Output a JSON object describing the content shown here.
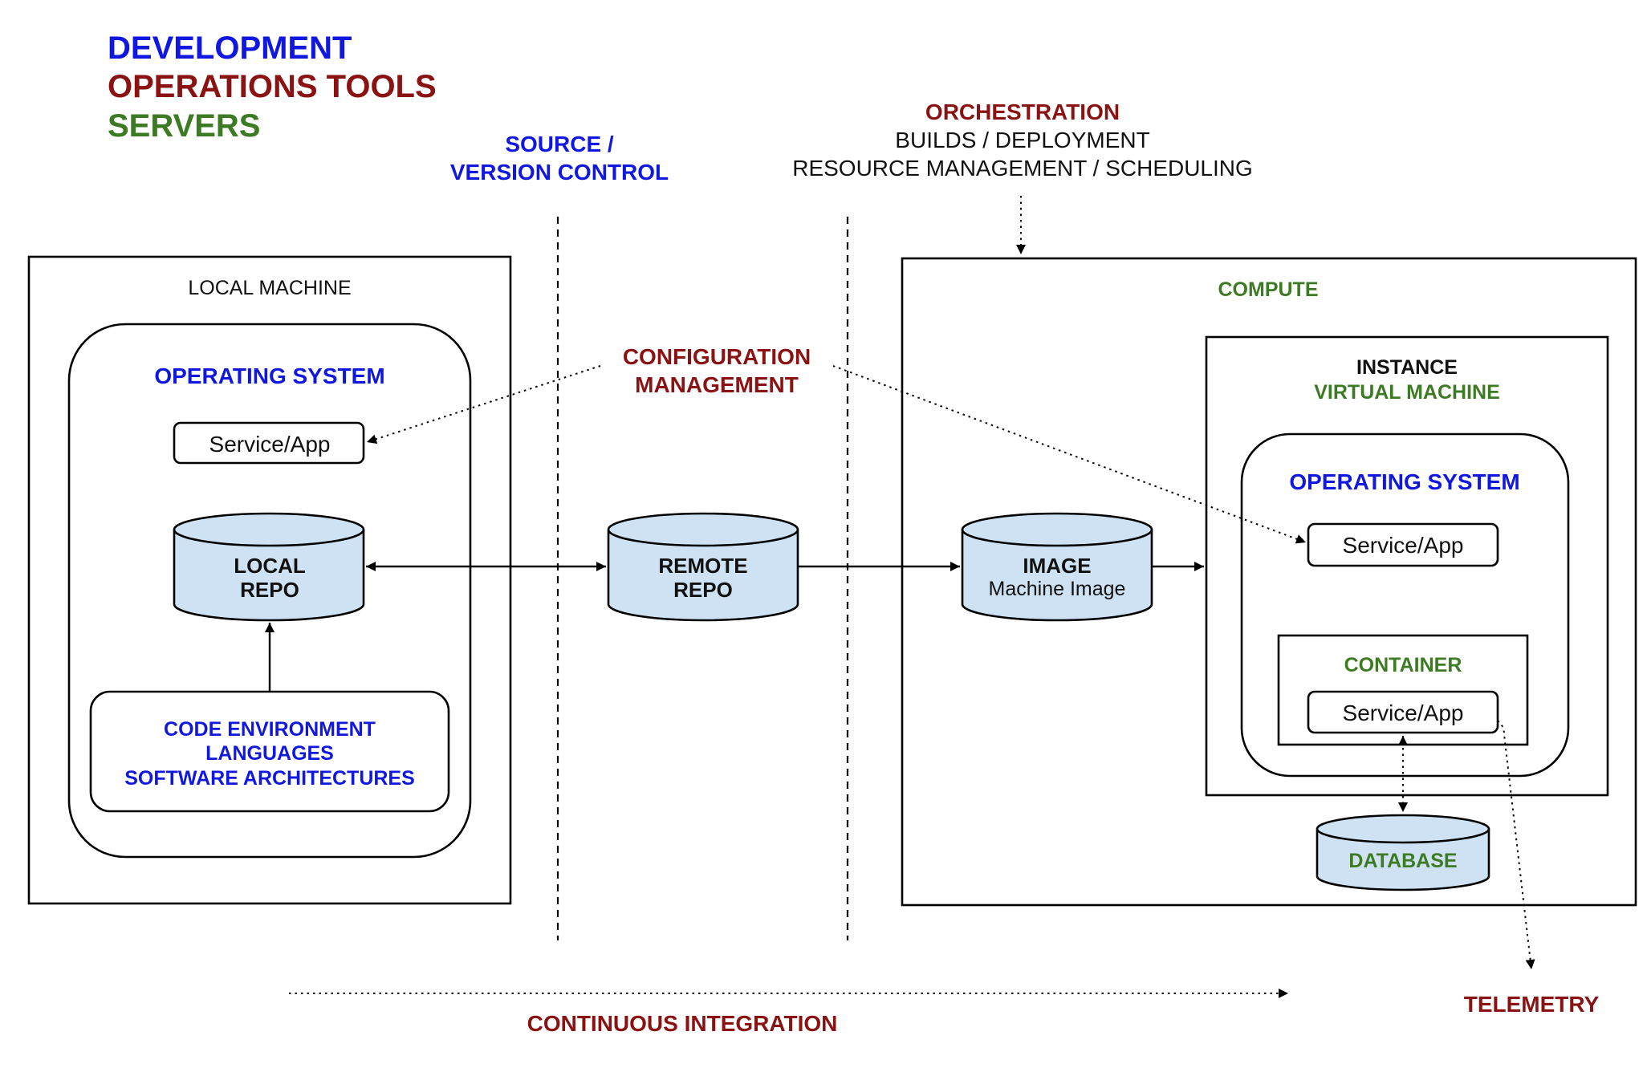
{
  "legend": {
    "development": "DEVELOPMENT",
    "operations_tools": "OPERATIONS TOOLS",
    "servers": "SERVERS"
  },
  "labels": {
    "source_control_1": "SOURCE /",
    "source_control_2": "VERSION CONTROL",
    "orchestration": "ORCHESTRATION",
    "builds": "BUILDS / DEPLOYMENT",
    "resource_mgmt": "RESOURCE MANAGEMENT / SCHEDULING",
    "config_mgmt_1": "CONFIGURATION",
    "config_mgmt_2": "MANAGEMENT",
    "continuous_integration": "CONTINUOUS INTEGRATION",
    "telemetry": "TELEMETRY"
  },
  "local_machine": {
    "title": "LOCAL MACHINE",
    "os_title": "OPERATING SYSTEM",
    "service_app": "Service/App",
    "repo_1": "LOCAL",
    "repo_2": "REPO",
    "code_env_1": "CODE ENVIRONMENT",
    "code_env_2": "LANGUAGES",
    "code_env_3": "SOFTWARE ARCHITECTURES"
  },
  "remote_repo": {
    "line_1": "REMOTE",
    "line_2": "REPO"
  },
  "image": {
    "line_1": "IMAGE",
    "line_2": "Machine Image"
  },
  "compute": {
    "title": "COMPUTE",
    "instance": "INSTANCE",
    "virtual_machine": "VIRTUAL MACHINE",
    "os_title": "OPERATING SYSTEM",
    "service_app": "Service/App",
    "container_title": "CONTAINER",
    "container_service_app": "Service/App",
    "database": "DATABASE"
  },
  "colors": {
    "development": "#1018e0",
    "operations": "#8b1212",
    "servers": "#3d7a24",
    "cylinder_fill": "#cfe2f3"
  }
}
